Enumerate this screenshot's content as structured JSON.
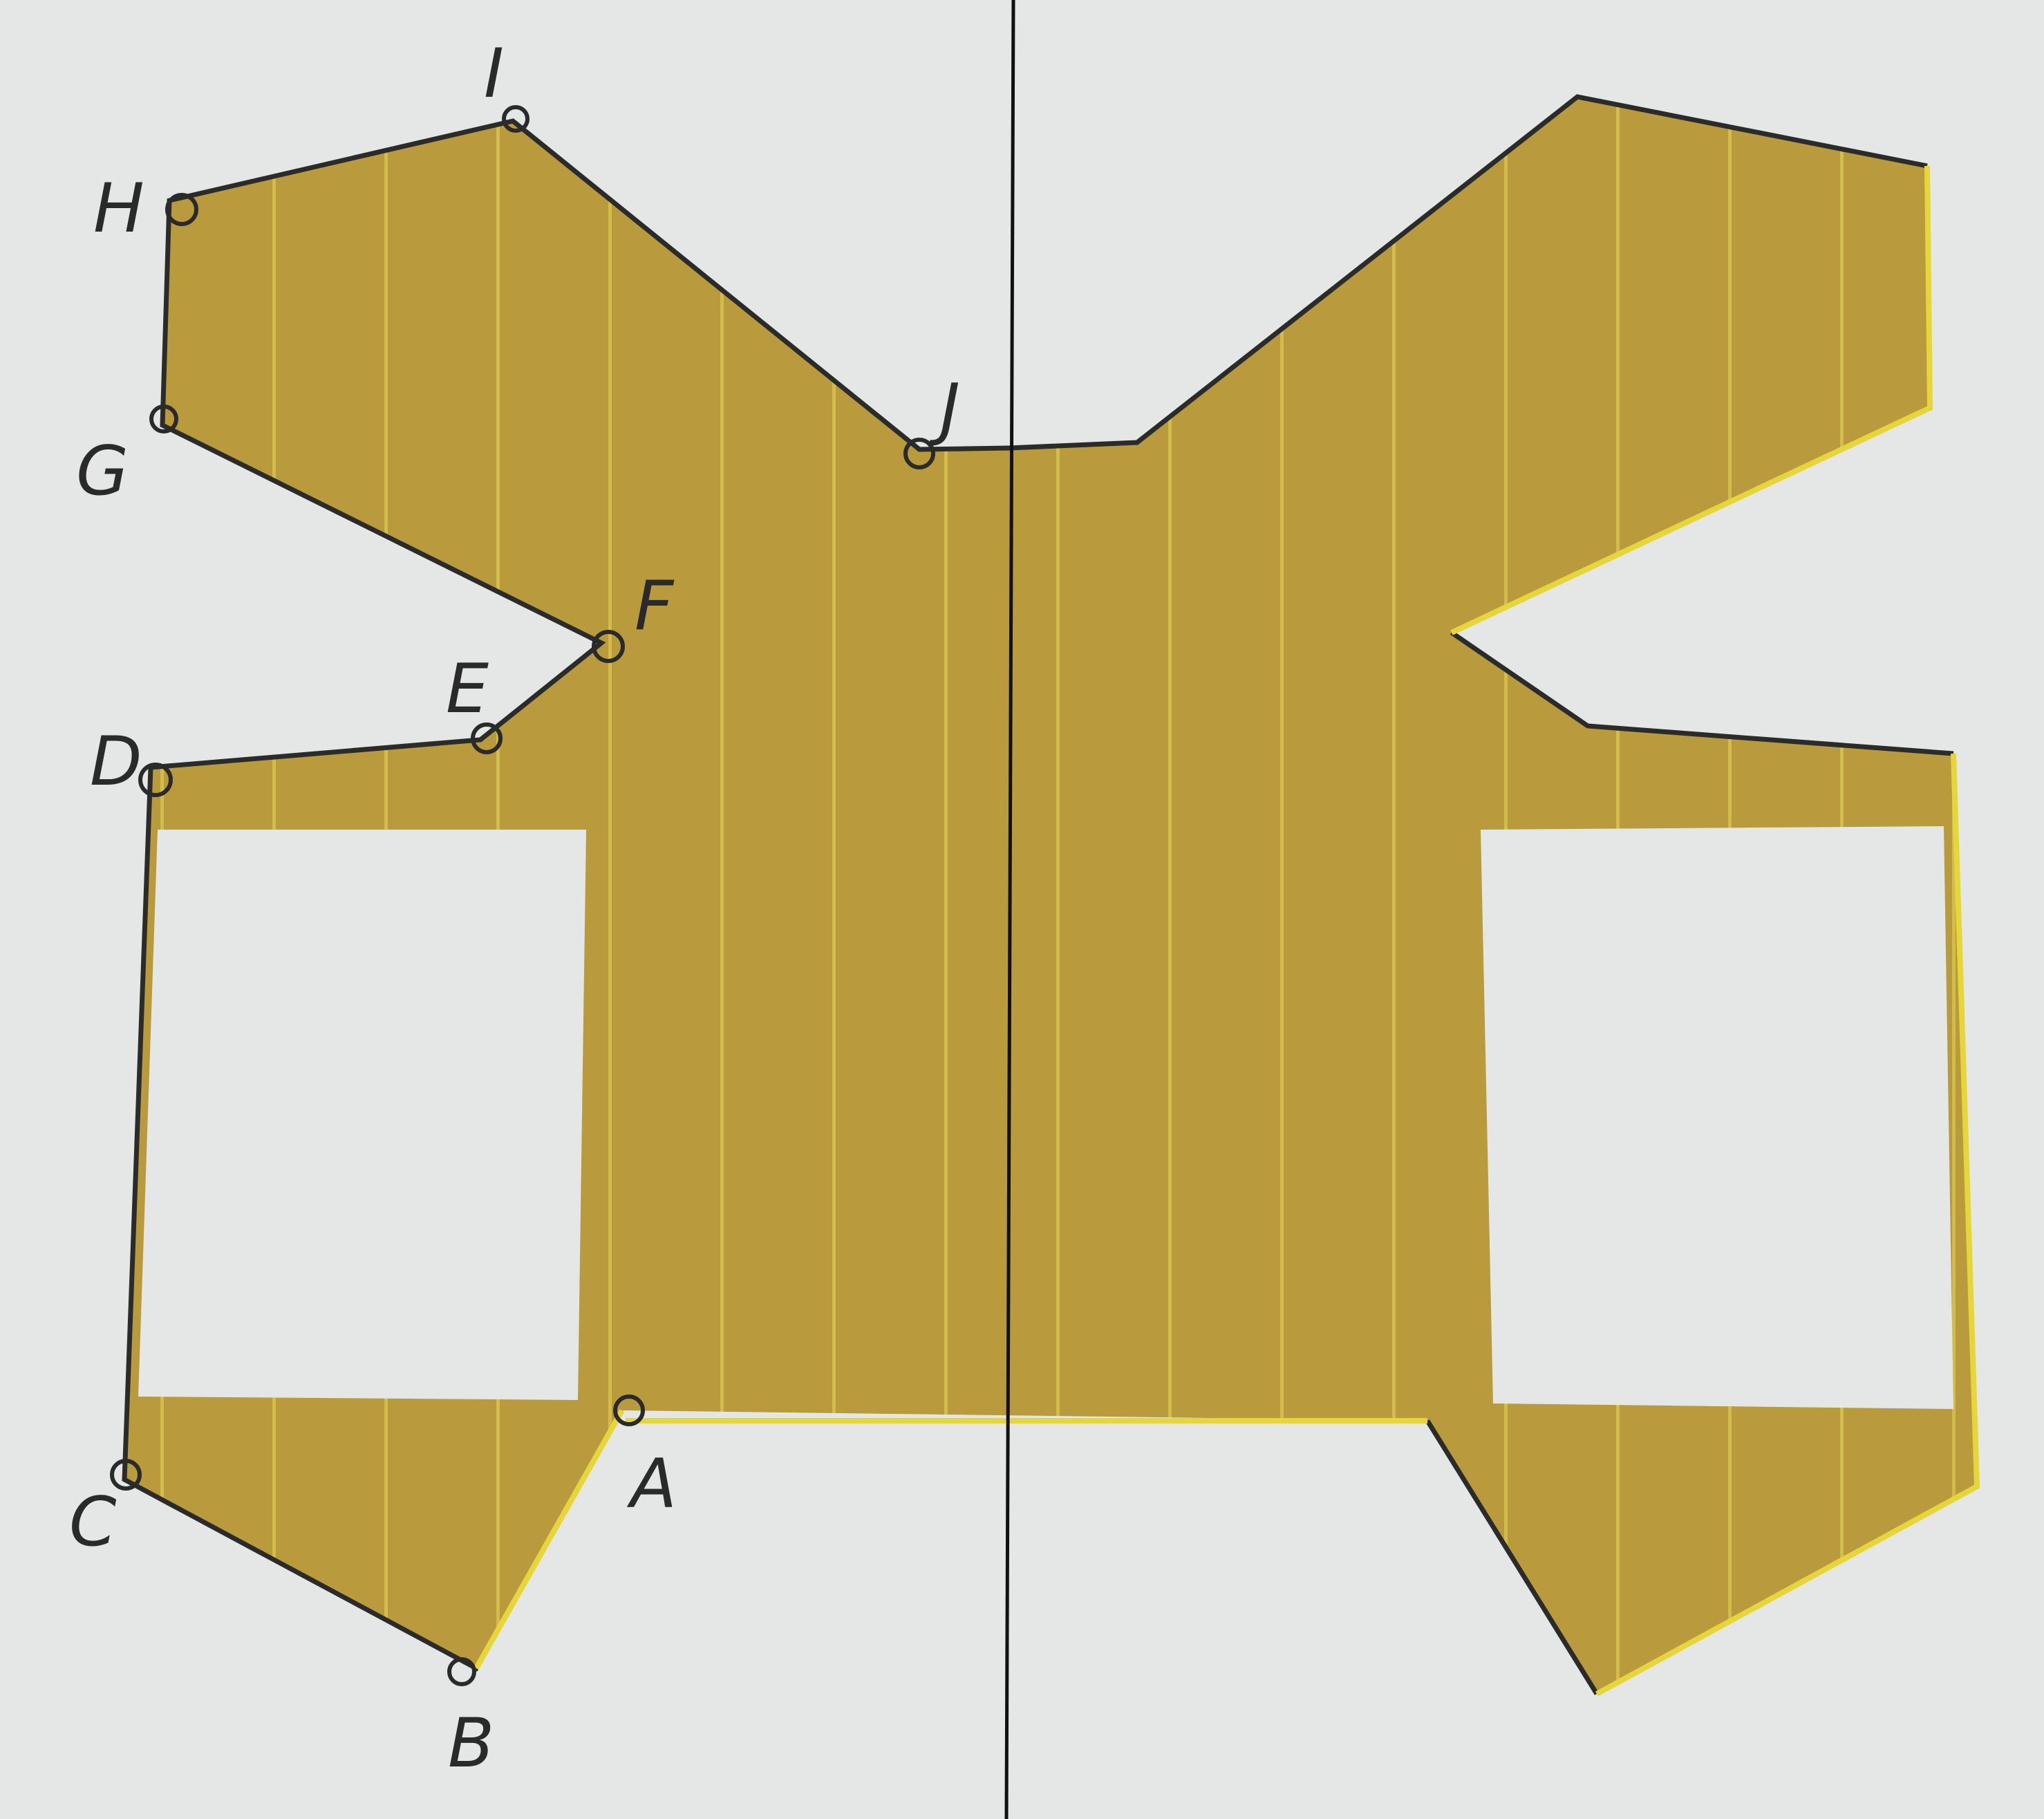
{
  "diagram": {
    "colors": {
      "paper": "#e4e7e6",
      "shape_fill": "#b99a3c",
      "shape_stripe": "#d9c64e",
      "outline": "#2b2b2b",
      "axis_line": "#111111",
      "ink": "#2a2a2a"
    },
    "left_vertices": [
      {
        "id": "A",
        "label": "A"
      },
      {
        "id": "B",
        "label": "B"
      },
      {
        "id": "C",
        "label": "C"
      },
      {
        "id": "D",
        "label": "D"
      },
      {
        "id": "E",
        "label": "E"
      },
      {
        "id": "F",
        "label": "F"
      },
      {
        "id": "G",
        "label": "G"
      },
      {
        "id": "H",
        "label": "H"
      },
      {
        "id": "I",
        "label": "I"
      },
      {
        "id": "J",
        "label": "J"
      }
    ]
  }
}
